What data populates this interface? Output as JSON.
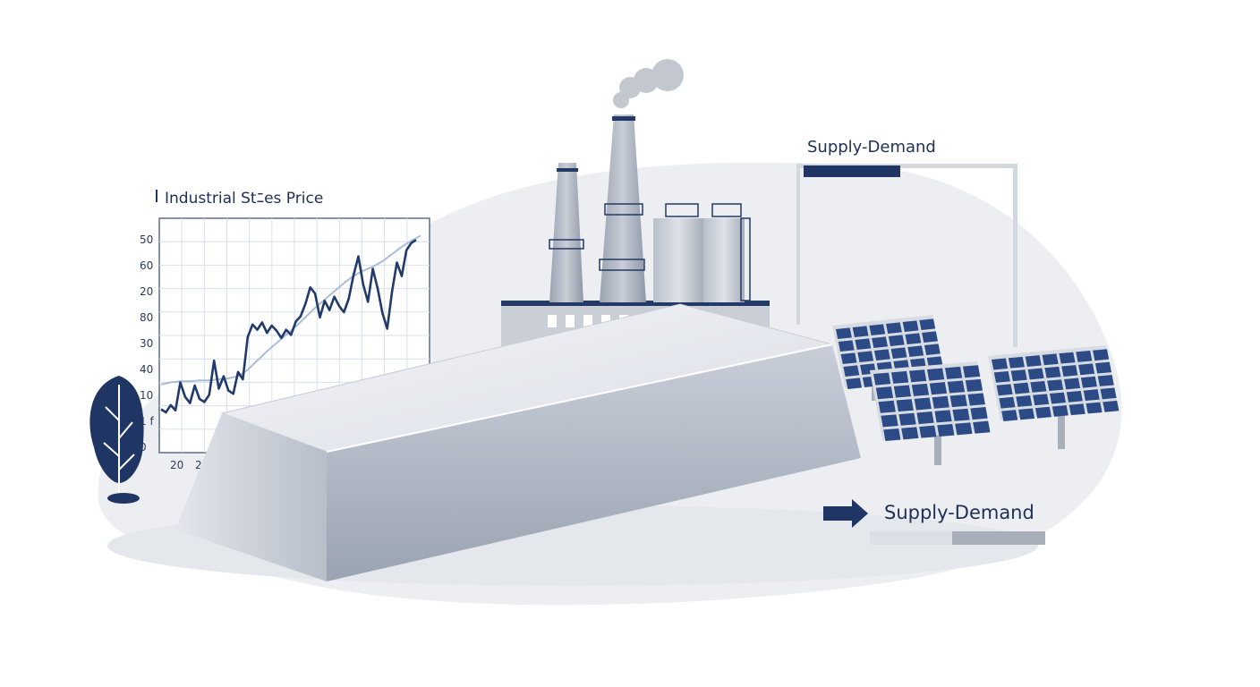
{
  "chart_title": "Industrial Stﾆes Price",
  "top_label": "Supply-Demand",
  "bottom_label": "Supply-Demand",
  "colors": {
    "navy": "#1f3564",
    "steel": "#aab3c2",
    "light": "#e6e9ef",
    "panel": "#2c4a86"
  },
  "chart_data": {
    "type": "line",
    "title": "Industrial Stﾆes Price",
    "y_tick_labels": [
      "50",
      "60",
      "20",
      "80",
      "30",
      "40",
      "10",
      "1 f",
      "0"
    ],
    "x_tick_labels": [
      "20",
      "2"
    ],
    "series": [
      {
        "values": [
          4.2,
          3.9,
          4.6,
          4.1,
          6.8,
          5.4,
          4.8,
          6.5,
          5.2,
          4.9,
          5.6,
          8.9,
          6.2,
          7.4,
          6.0,
          5.7,
          7.8,
          7.1,
          11.2,
          12.4,
          11.9,
          12.6,
          11.6,
          12.3,
          11.8,
          11.1,
          11.9,
          11.4,
          12.7,
          13.2,
          14.4,
          16.0,
          15.4,
          13.1,
          14.7,
          13.8,
          15.1,
          14.2,
          13.6,
          14.9,
          17.2,
          19.0,
          16.3,
          14.6,
          17.8,
          15.9,
          13.5,
          12.0,
          15.6,
          18.4,
          17.1,
          19.6,
          20.3,
          20.6
        ]
      },
      {
        "values": [
          6.6,
          6.8,
          6.9,
          6.9,
          7.0,
          7.0,
          7.1,
          7.2,
          7.4,
          8.0,
          8.9,
          9.8,
          10.6,
          11.4,
          12.2,
          13.1,
          14.0,
          14.8,
          15.6,
          16.4,
          17.1,
          17.6,
          18.0,
          18.5,
          19.2,
          19.9,
          20.5,
          21.0
        ]
      }
    ]
  }
}
